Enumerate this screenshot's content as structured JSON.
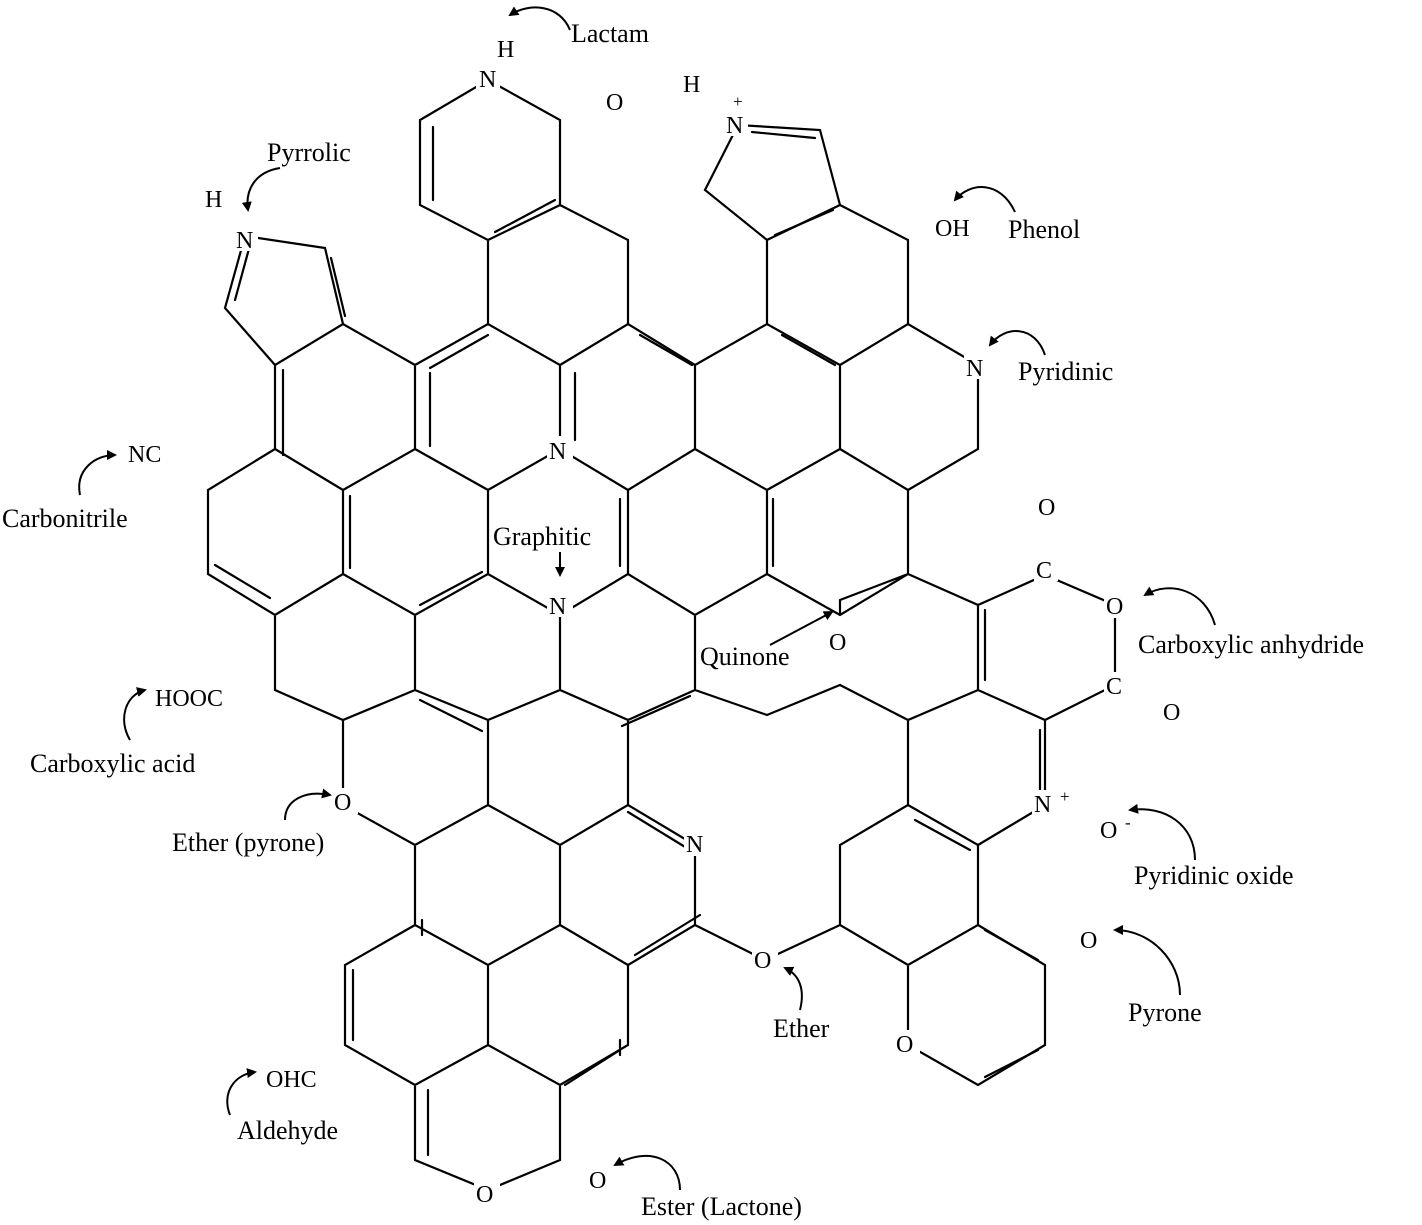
{
  "labels": {
    "lactam": "Lactam",
    "pyrrolic": "Pyrrolic",
    "phenol": "Phenol",
    "pyridinic": "Pyridinic",
    "carbonitrile": "Carbonitrile",
    "graphitic": "Graphitic",
    "carboxylic_anhydride": "Carboxylic anhydride",
    "quinone": "Quinone",
    "carboxylic_acid": "Carboxylic acid",
    "ether_pyrone": "Ether (pyrone)",
    "pyridinic_oxide": "Pyridinic oxide",
    "ether": "Ether",
    "pyrone": "Pyrone",
    "aldehyde": "Aldehyde",
    "ester_lactone": "Ester (Lactone)"
  },
  "atoms": {
    "lactam_h": "H",
    "lactam_n": "N",
    "lactam_o": "O",
    "pyrrolic_h": "H",
    "pyrrolic_n": "N",
    "pyridinium_h": "H",
    "pyridinium_n": "N",
    "pyridinium_charge": "+",
    "phenol_oh": "OH",
    "pyridinic_n": "N",
    "nc_group": "NC",
    "graphitic_n_top": "N",
    "graphitic_n_mid": "N",
    "quinone_o": "O",
    "anhydride_c_top": "C",
    "anhydride_o_top": "O",
    "anhydride_o_ring": "O",
    "anhydride_c_bottom": "C",
    "anhydride_o_bottom": "O",
    "hooc_group": "HOOC",
    "ether_pyrone_o": "O",
    "n_oxide_n": "N",
    "n_oxide_charge": "+",
    "n_oxide_o": "O",
    "n_oxide_o_charge": "-",
    "lower_pyridinic_n": "N",
    "ether_o": "O",
    "pyrone_exo_o": "O",
    "pyrone_ring_o": "O",
    "ohc_group": "OHC",
    "lactone_ring_o": "O",
    "lactone_exo_o": "O"
  }
}
